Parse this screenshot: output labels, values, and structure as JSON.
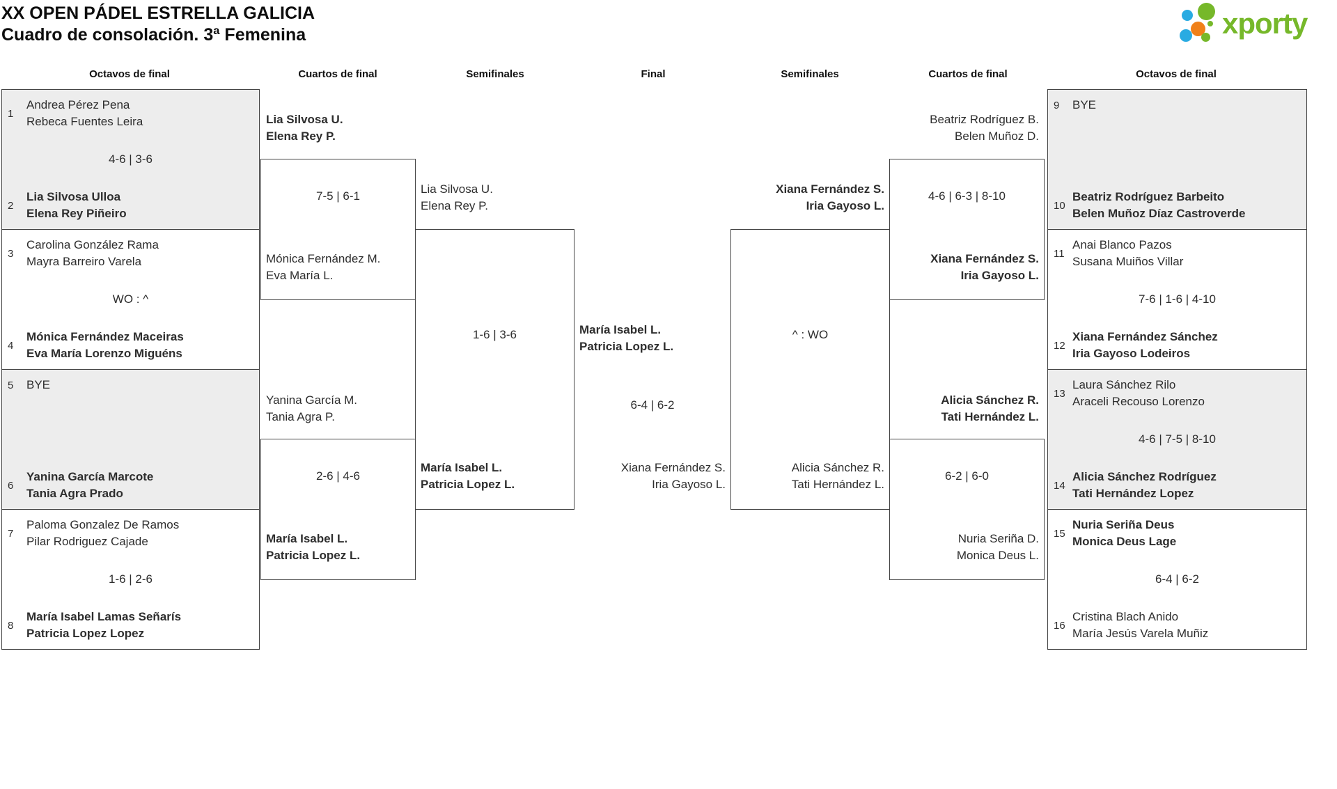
{
  "header": {
    "title": "XX OPEN PÁDEL ESTRELLA GALICIA",
    "subtitle": "Cuadro de consolación. 3ª Femenina"
  },
  "logo": {
    "brand": "xporty"
  },
  "colors": {
    "logo_green": "#76b82a",
    "logo_blue": "#29abe2",
    "logo_orange": "#f08019",
    "box_gray": "#ededed",
    "line": "#444444",
    "text": "#2e2e2e"
  },
  "round_headers": [
    "Octavos de final",
    "Cuartos de final",
    "Semifinales",
    "Final",
    "Semifinales",
    "Cuartos de final",
    "Octavos de final"
  ],
  "bracket": {
    "r16_left": [
      {
        "seed1": "1",
        "team1": [
          "Andrea Pérez Pena",
          "Rebeca Fuentes Leira"
        ],
        "score": "4-6 | 3-6",
        "seed2": "2",
        "team2": [
          "Lia Silvosa Ulloa",
          "Elena Rey Piñeiro"
        ]
      },
      {
        "seed1": "3",
        "team1": [
          "Carolina González Rama",
          "Mayra Barreiro Varela"
        ],
        "score": "WO : ^",
        "seed2": "4",
        "team2": [
          "Mónica Fernández Maceiras",
          "Eva María Lorenzo Miguéns"
        ]
      },
      {
        "seed1": "5",
        "team1": [
          "BYE"
        ],
        "score": "",
        "seed2": "6",
        "team2": [
          "Yanina García Marcote",
          "Tania Agra Prado"
        ]
      },
      {
        "seed1": "7",
        "team1": [
          "Paloma Gonzalez De Ramos",
          "Pilar Rodriguez Cajade"
        ],
        "score": "1-6 | 2-6",
        "seed2": "8",
        "team2": [
          "María Isabel Lamas Señarís",
          "Patricia Lopez Lopez"
        ]
      }
    ],
    "r16_right": [
      {
        "seed1": "9",
        "team1": [
          "BYE"
        ],
        "score": "",
        "seed2": "10",
        "team2": [
          "Beatriz Rodríguez Barbeito",
          "Belen Muñoz Díaz Castroverde"
        ]
      },
      {
        "seed1": "11",
        "team1": [
          "Anai Blanco Pazos",
          "Susana Muiños Villar"
        ],
        "score": "7-6 | 1-6 | 4-10",
        "seed2": "12",
        "team2": [
          "Xiana Fernández Sánchez",
          "Iria Gayoso Lodeiros"
        ]
      },
      {
        "seed1": "13",
        "team1": [
          "Laura Sánchez Rilo",
          "Araceli Recouso Lorenzo"
        ],
        "score": "4-6 | 7-5 | 8-10",
        "seed2": "14",
        "team2": [
          "Alicia Sánchez Rodríguez",
          "Tati Hernández Lopez"
        ]
      },
      {
        "seed1": "15",
        "team1": [
          "Nuria Seriña Deus",
          "Monica Deus Lage"
        ],
        "score": "6-4 | 6-2",
        "seed2": "16",
        "team2": [
          "Cristina Blach Anido",
          "María Jesús Varela Muñiz"
        ]
      }
    ],
    "qf_left": [
      {
        "team1": [
          "Lia Silvosa U.",
          "Elena Rey P."
        ],
        "score": "7-5 | 6-1",
        "team2": [
          "Mónica Fernández M.",
          "Eva María L."
        ]
      },
      {
        "team1": [
          "Yanina García M.",
          "Tania Agra P."
        ],
        "score": "2-6 | 4-6",
        "team2": [
          "María Isabel L.",
          "Patricia Lopez L."
        ]
      }
    ],
    "qf_right": [
      {
        "team1": [
          "Beatriz Rodríguez B.",
          "Belen Muñoz D."
        ],
        "score": "4-6 | 6-3 | 8-10",
        "team2": [
          "Xiana Fernández S.",
          "Iria Gayoso L."
        ]
      },
      {
        "team1": [
          "Alicia Sánchez R.",
          "Tati Hernández L."
        ],
        "score": "6-2 | 6-0",
        "team2": [
          "Nuria Seriña D.",
          "Monica Deus L."
        ]
      }
    ],
    "sf_left": {
      "team1": [
        "Lia Silvosa U.",
        "Elena Rey P."
      ],
      "score": "1-6 | 3-6",
      "team2": [
        "María Isabel L.",
        "Patricia Lopez L."
      ]
    },
    "sf_right": {
      "team1": [
        "Xiana Fernández S.",
        "Iria Gayoso L."
      ],
      "score": "^ : WO",
      "team2": [
        "Alicia Sánchez R.",
        "Tati Hernández L."
      ]
    },
    "final": {
      "winner": [
        "María Isabel L.",
        "Patricia Lopez L."
      ],
      "score": "6-4 | 6-2",
      "runner_up": [
        "Xiana Fernández S.",
        "Iria Gayoso L."
      ]
    }
  }
}
